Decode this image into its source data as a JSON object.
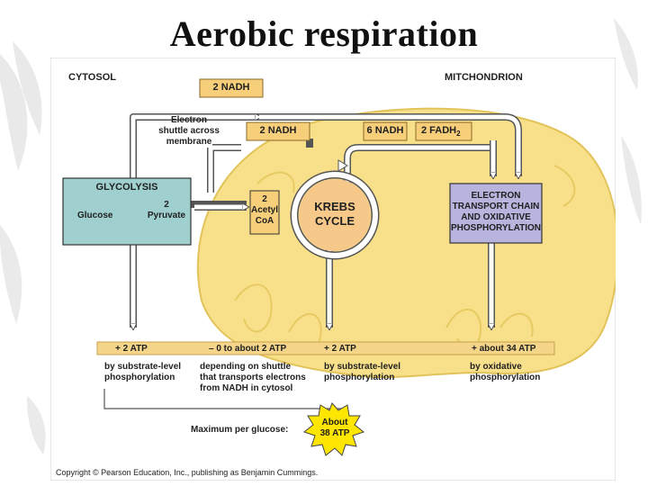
{
  "slide": {
    "title": "Aerobic respiration"
  },
  "diagram": {
    "region_labels": {
      "cytosol": "CYTOSOL",
      "mitochondrion": "MITCHONDRION"
    },
    "nadh_boxes": {
      "top_nadh": "2 NADH",
      "mid_nadh": "2 NADH",
      "six_nadh": "6 NADH",
      "fadh2": "2 FADH",
      "fadh2_sub": "2"
    },
    "shuttle_label": [
      "Electron",
      "shuttle across",
      "membrane"
    ],
    "glycolysis": {
      "title": "GLYCOLYSIS",
      "glucose": "Glucose",
      "pyruvate_count": "2",
      "pyruvate": "Pyruvate"
    },
    "acetyl_coa": {
      "count": "2",
      "line1": "Acetyl",
      "line2": "CoA"
    },
    "krebs": {
      "line1": "KREBS",
      "line2": "CYCLE"
    },
    "etc": {
      "lines": [
        "ELECTRON",
        "TRANSPORT CHAIN",
        "AND OXIDATIVE",
        "PHOSPHORYLATION"
      ]
    },
    "atp_yields": [
      {
        "amount": "+ 2 ATP",
        "note": [
          "by substrate-level",
          "phosphorylation"
        ]
      },
      {
        "amount": "– 0 to about 2 ATP",
        "note": [
          "depending on shuttle",
          "that transports electrons",
          "from NADH in cytosol"
        ]
      },
      {
        "amount": "+ 2 ATP",
        "note": [
          "by substrate-level",
          "phosphorylation"
        ]
      },
      {
        "amount": "+ about 34 ATP",
        "note": [
          "by oxidative",
          "phosphorylation"
        ]
      }
    ],
    "maximum": {
      "label": "Maximum per glucose:",
      "burst_line1": "About",
      "burst_line2": "38 ATP"
    },
    "copyright": "Copyright © Pearson Education, Inc., publishing as Benjamin Cummings."
  },
  "colors": {
    "glycolysis": "#9fd0cf",
    "etc": "#b8b4de",
    "nadh_box": "#f7cf7a",
    "mitochondrion": "#f8e08a",
    "krebs_circle": "#f6c98a",
    "burst": "#ffe600"
  }
}
